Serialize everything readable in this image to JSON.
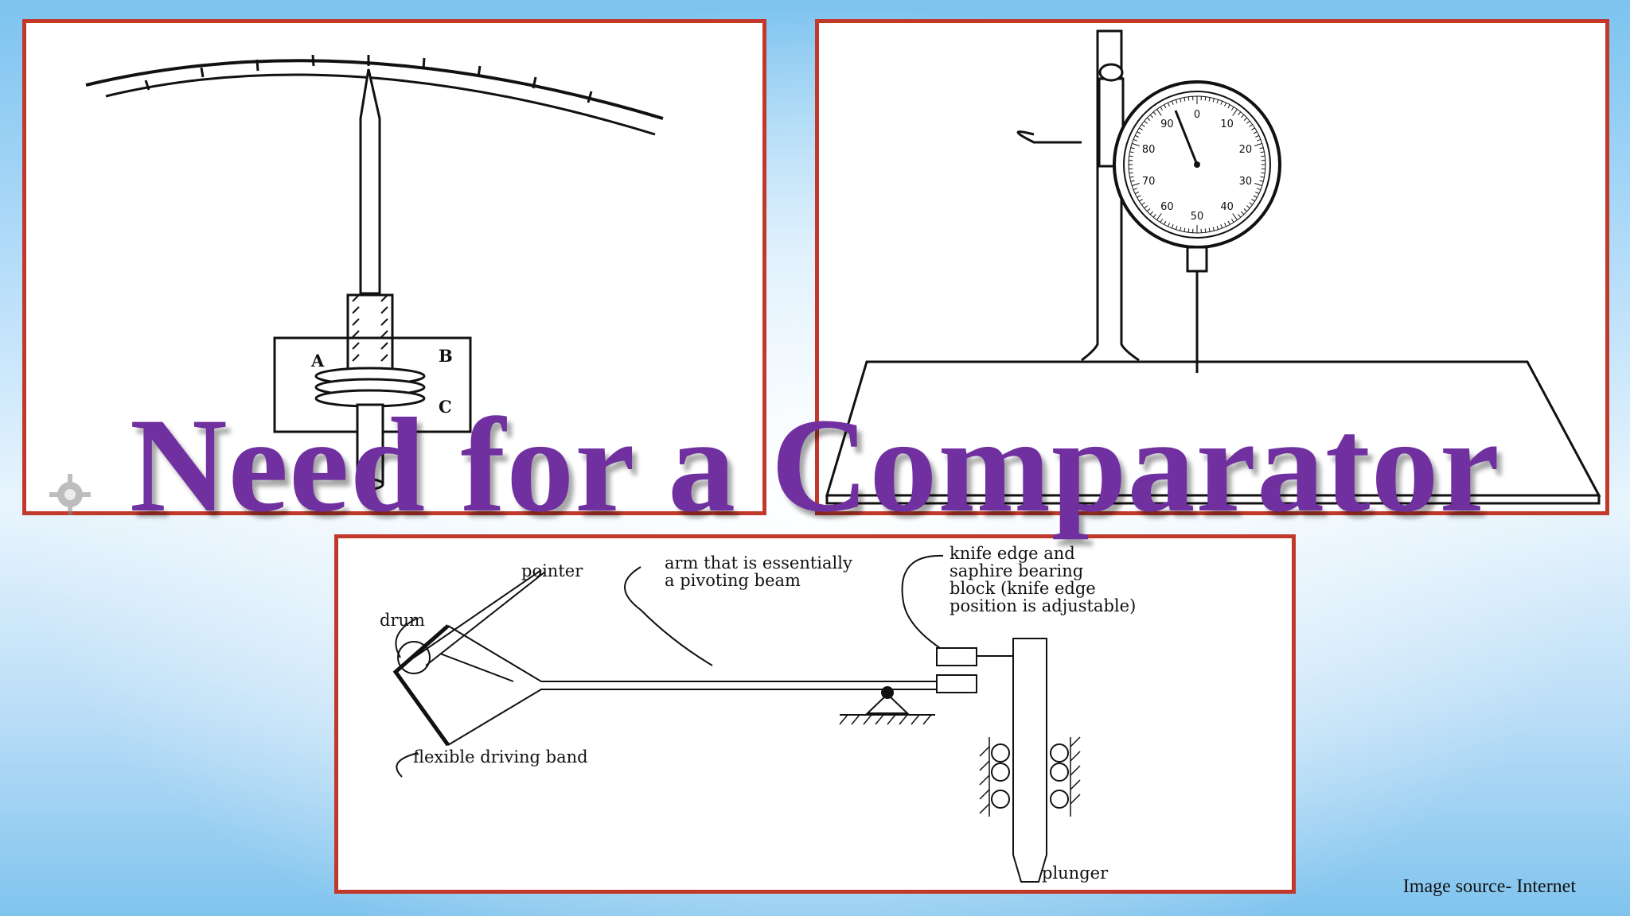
{
  "slide": {
    "title": "Need for a Comparator",
    "source_note": "Image source- Internet"
  },
  "figures": {
    "top_left": {
      "labels": {
        "a": "A",
        "b": "B",
        "c": "C"
      }
    },
    "top_right": {
      "dial_numbers": [
        "0",
        "10",
        "20",
        "30",
        "40",
        "50",
        "60",
        "70",
        "80",
        "90"
      ]
    },
    "bottom": {
      "labels": {
        "pointer": "pointer",
        "drum": "drum",
        "arm_line1": "arm that is essentially",
        "arm_line2": "a pivoting beam",
        "knife_line1": "knife edge and",
        "knife_line2": "saphire bearing",
        "knife_line3": "block (knife edge",
        "knife_line4": "position is adjustable)",
        "band": "flexible driving band",
        "plunger": "plunger"
      }
    }
  },
  "colors": {
    "title": "#7030a0",
    "panel_border": "#c0392b"
  }
}
